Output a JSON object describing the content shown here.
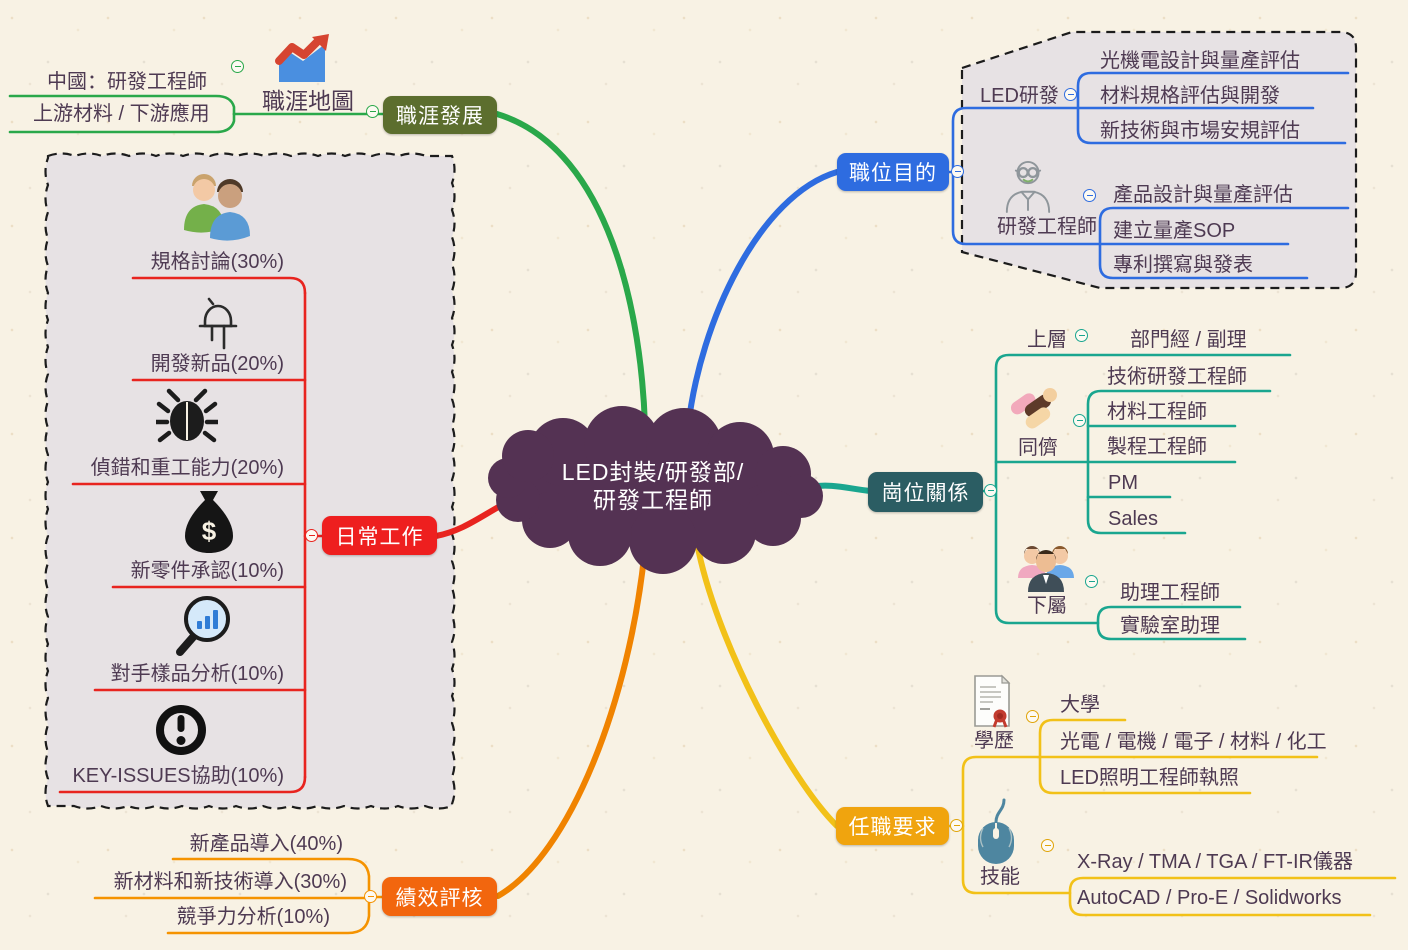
{
  "center": {
    "line1": "LED封裝/研發部/",
    "line2": "研發工程師"
  },
  "career": {
    "label": "職涯發展",
    "map_label": "職涯地圖",
    "item1": "中國：研發工程師",
    "item2": "上游材料 / 下游應用"
  },
  "purpose": {
    "label": "職位目的",
    "led_label": "LED研發",
    "led_items": [
      "光機電設計與量產評估",
      "材料規格評估與開發",
      "新技術與市場安規評估"
    ],
    "engineer_label": "研發工程師",
    "engineer_items": [
      "產品設計與量產評估",
      "建立量產SOP",
      "專利撰寫與發表"
    ]
  },
  "relations": {
    "label": "崗位關係",
    "upper_label": "上層",
    "upper_item": "部門經 / 副理",
    "peers_label": "同儕",
    "peers_items": [
      "技術研發工程師",
      "材料工程師",
      "製程工程師",
      "PM",
      "Sales"
    ],
    "subs_label": "下屬",
    "subs_items": [
      "助理工程師",
      "實驗室助理"
    ]
  },
  "requirements": {
    "label": "任職要求",
    "edu_label": "學歷",
    "edu_items": [
      "大學",
      "光電 / 電機 / 電子 / 材料 / 化工",
      "LED照明工程師執照"
    ],
    "skill_label": "技能",
    "skill_items": [
      "X-Ray / TMA / TGA / FT-IR儀器",
      "AutoCAD / Pro-E / Solidworks"
    ]
  },
  "daily": {
    "label": "日常工作",
    "items": [
      "規格討論(30%)",
      "開發新品(20%)",
      "偵錯和重工能力(20%)",
      "新零件承認(10%)",
      "對手樣品分析(10%)",
      "KEY-ISSUES協助(10%)"
    ]
  },
  "performance": {
    "label": "績效評核",
    "items": [
      "新產品導入(40%)",
      "新材料和新技術導入(30%)",
      "競爭力分析(10%)"
    ]
  },
  "icons": {
    "career_map": "chart-increasing-icon",
    "daily_discussion": "two-people-icon",
    "daily_newproduct": "led-diode-icon",
    "daily_debug": "bug-icon",
    "daily_parts": "money-bag-icon",
    "daily_analysis": "magnifier-chart-icon",
    "daily_keyissues": "exclamation-circle-icon",
    "purpose_engineer": "engineer-person-icon",
    "relations_peers": "stacked-hands-icon",
    "relations_subs": "team-people-icon",
    "requirements_edu": "certificate-icon",
    "requirements_skill": "computer-mouse-icon",
    "collapse": "collapse-minus-icon"
  },
  "colors": {
    "background": "#f8f2e4",
    "text": "#4e3a52",
    "cloud": "#543253",
    "boundary_fill": "#e7e2e4",
    "career_line": "#2aa84a",
    "career_button": "#5c6e2e",
    "purpose_line": "#2e6ce0",
    "purpose_button": "#2e6ce0",
    "relations_line": "#1aa68f",
    "relations_button": "#2b5d63",
    "requirements_line": "#f2c118",
    "requirements_button": "#f0a40e",
    "performance_line": "#f59300",
    "performance_button": "#f2660e",
    "daily_line": "#e8241f",
    "daily_button": "#ee1f1f"
  }
}
